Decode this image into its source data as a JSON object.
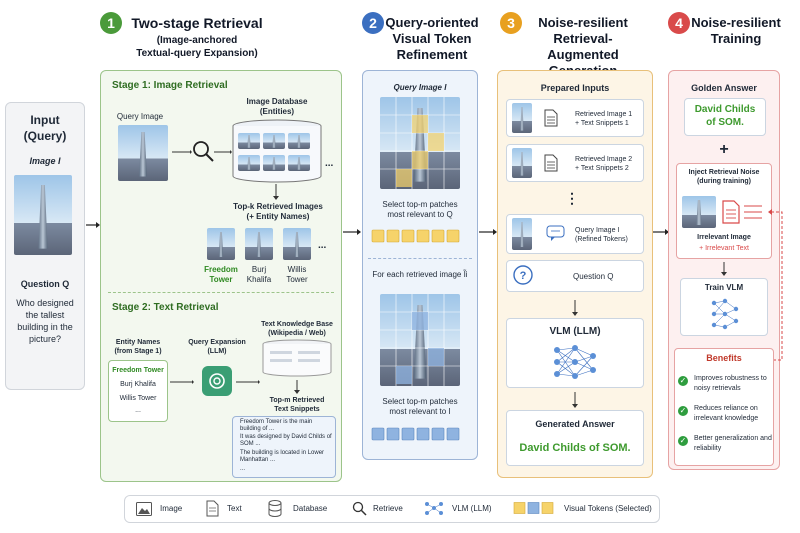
{
  "input": {
    "title": "Input\n(Query)",
    "image_label": "Image I",
    "question_label": "Question Q",
    "question_text": "Who designed the tallest building in the picture?"
  },
  "steps": [
    {
      "num": "1",
      "title": "Two-stage Retrieval",
      "subtitle": "(Image-anchored\nTextual-query Expansion)",
      "color": "#4a9a3a"
    },
    {
      "num": "2",
      "title": "Query-oriented\nVisual Token\nRefinement",
      "color": "#3b6fc0"
    },
    {
      "num": "3",
      "title": "Noise-resilient\nRetrieval-Augmented\nGeneration (Inference)",
      "color": "#e8a020"
    },
    {
      "num": "4",
      "title": "Noise-resilient\nTraining",
      "color": "#d94a4a"
    }
  ],
  "stage1": {
    "title": "Stage 1: Image Retrieval",
    "query_image": "Query Image",
    "database": "Image Database\n(Entities)",
    "ellipsis": "...",
    "topk": "Top-k Retrieved Images\n(+ Entity Names)",
    "results": [
      "Freedom\nTower",
      "Burj\nKhalifa",
      "Willis\nTower"
    ]
  },
  "stage2": {
    "title": "Stage 2: Text Retrieval",
    "entity_names": "Entity Names\n(from Stage 1)",
    "entities": [
      "Freedom Tower",
      "Burj Khalifa",
      "Willis Tower",
      "..."
    ],
    "query_expansion": "Query Expansion\n(LLM)",
    "kb": "Text Knowledge Base\n(Wikipedia / Web)",
    "topm": "Top-m Retrieved\nText Snippets",
    "snippets": [
      "Freedom Tower is the main building of ...",
      "It was designed by David Childs of SOM ...",
      "The building is located in Lower Manhattan ...",
      "..."
    ]
  },
  "refine": {
    "query_image": "Query Image I",
    "select_q": "Select top-m patches\nmost relevant to Q",
    "for_each": "For each retrieved image Ĩi",
    "select_i": "Select top-m patches\nmost relevant to I"
  },
  "rag": {
    "prepared": "Prepared Inputs",
    "item1": "Retrieved Image 1\n+ Text Snippets 1",
    "item2": "Retrieved Image 2\n+ Text Snippets 2",
    "dots": "⋮",
    "item3": "Query Image I\n(Refined Tokens)",
    "item4": "Question Q",
    "vlm": "VLM (LLM)",
    "generated": "Generated Answer",
    "answer": "David Childs of SOM."
  },
  "train": {
    "golden": "Golden Answer",
    "golden_answer": "David Childs\nof SOM.",
    "plus": "+",
    "inject": "Inject Retrieval Noise\n(during training)",
    "irrelevant_image": "Irrelevant Image",
    "irrelevant_text": "+ Irrelevant Text",
    "train_vlm": "Train VLM",
    "benefits": "Benefits",
    "benefit_items": [
      "Improves robustness to noisy retrievals",
      "Reduces reliance on irrelevant knowledge",
      "Better generalization and reliability"
    ]
  },
  "legend": [
    "Image",
    "Text",
    "Database",
    "Retrieve",
    "VLM (LLM)",
    "Visual Tokens (Selected)"
  ],
  "colors": {
    "green": "#4a9a3a",
    "blue": "#3b6fc0",
    "orange": "#e8a020",
    "red": "#d94a4a",
    "answer_green": "#3e9a2e",
    "token_yellow": "#f6d36a",
    "token_blue": "#8fb3e0"
  }
}
